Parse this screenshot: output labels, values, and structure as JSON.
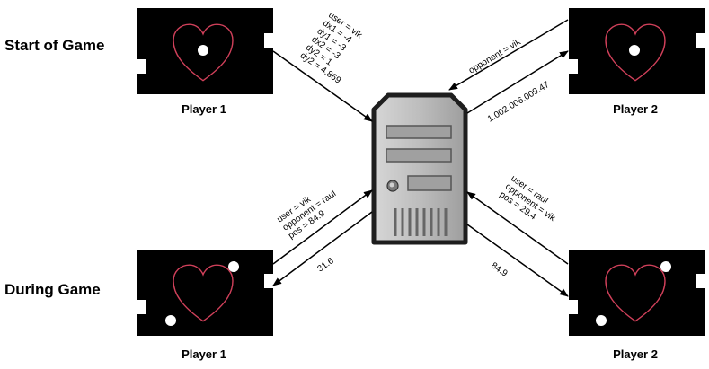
{
  "sections": {
    "start": "Start of Game",
    "during": "During Game"
  },
  "players": {
    "start_left": "Player 1",
    "start_right": "Player 2",
    "during_left": "Player 1",
    "during_right": "Player 2"
  },
  "messages": {
    "start_p1_to_server": [
      "user = vik",
      "dx1 = -4",
      "dy1 = -3",
      "dx2 = -3",
      "dy2 = 1",
      "dy2 = 4.869"
    ],
    "start_p2_to_server": [
      "opponent = vik"
    ],
    "start_server_to_p2": [
      "1.002.006.009.47"
    ],
    "during_p1_to_server": [
      "user = vik",
      "opponent = raul",
      "pos = 84.9"
    ],
    "during_server_to_p1": [
      "31.6"
    ],
    "during_p2_to_server": [
      "user = raul",
      "opponent = vik",
      "pos = 29.4"
    ],
    "during_server_to_p2": [
      "84.9"
    ]
  },
  "colors": {
    "screen": "#000000",
    "heart": "#d0405a",
    "paddle": "#ffffff",
    "server_body": "#8e8e8e",
    "server_face": "#bdbdbd"
  }
}
